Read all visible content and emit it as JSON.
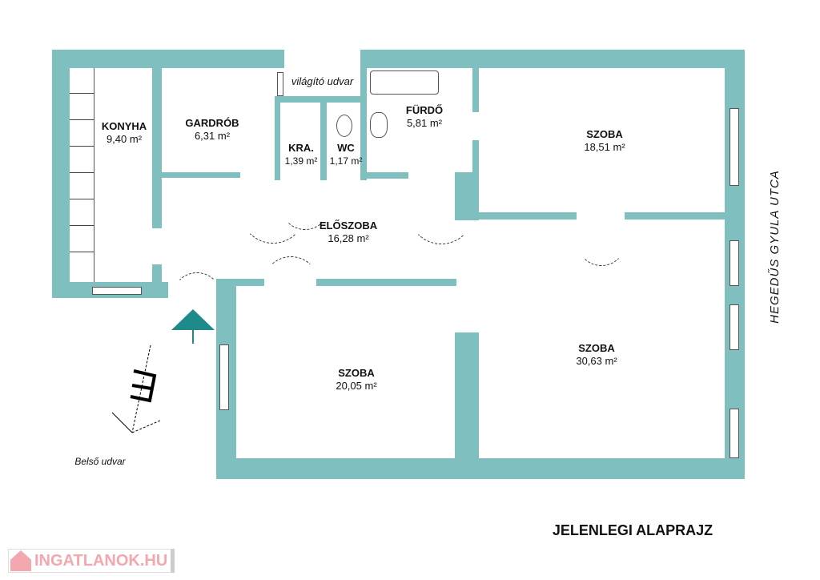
{
  "rooms": [
    {
      "name": "KONYHA",
      "area": "9,40 m²"
    },
    {
      "name": "GARDRÓB",
      "area": "6,31 m²"
    },
    {
      "name": "KRA.",
      "area": "1,39 m²"
    },
    {
      "name": "WC",
      "area": "1,17 m²"
    },
    {
      "name": "FÜRDŐ",
      "area": "5,81 m²"
    },
    {
      "name": "SZOBA",
      "area": "18,51 m²"
    },
    {
      "name": "ELŐSZOBA",
      "area": "16,28 m²"
    },
    {
      "name": "SZOBA",
      "area": "20,05 m²"
    },
    {
      "name": "SZOBA",
      "area": "30,63 m²"
    }
  ],
  "labels": {
    "lightwell": "világító udvar",
    "courtyard": "Belső udvar",
    "street": "HEGEDŰS GYULA UTCA",
    "title": "JELENLEGI ALAPRAJZ"
  },
  "logo": {
    "text": "INGATLANOK.HU"
  },
  "colors": {
    "wall": "#7fbfbf",
    "entrance": "#1f8a8a"
  }
}
